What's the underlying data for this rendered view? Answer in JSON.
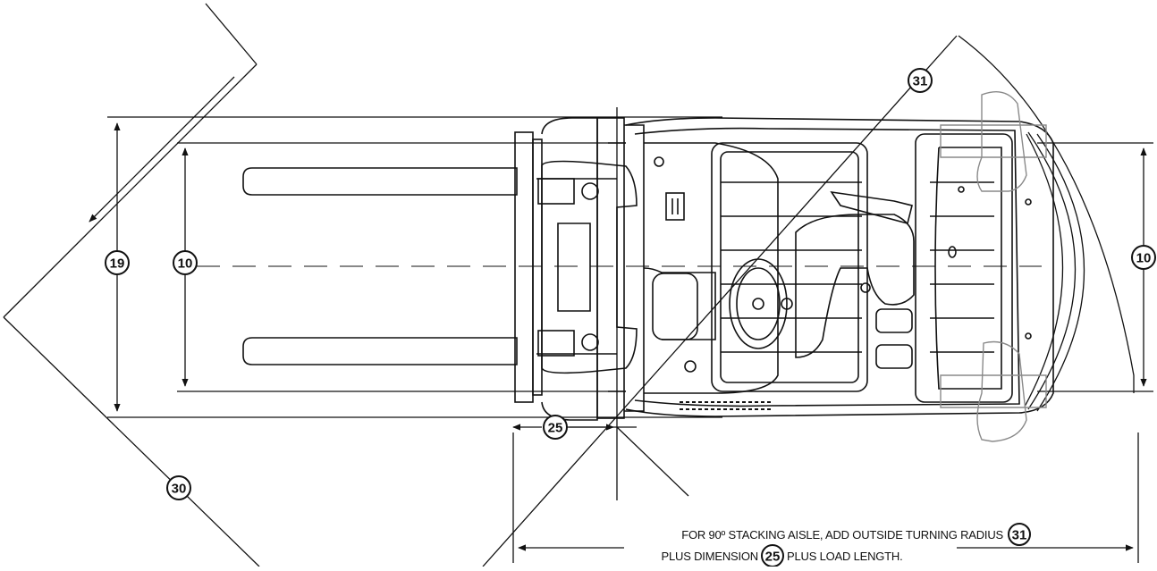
{
  "drawing": {
    "subject": "forklift-top-view",
    "line_color": "#111111",
    "ghost_color": "#8a8a8a",
    "background": "#ffffff"
  },
  "callouts": {
    "c19": "19",
    "c10_left": "10",
    "c10_right": "10",
    "c25": "25",
    "c30": "30",
    "c31": "31"
  },
  "note": {
    "line1": "FOR 90º STACKING AISLE, ADD OUTSIDE TURNING RADIUS",
    "line1_ref": "31",
    "line2_pre": "PLUS DIMENSION",
    "line2_ref": "25",
    "line2_post": "PLUS LOAD LENGTH."
  }
}
